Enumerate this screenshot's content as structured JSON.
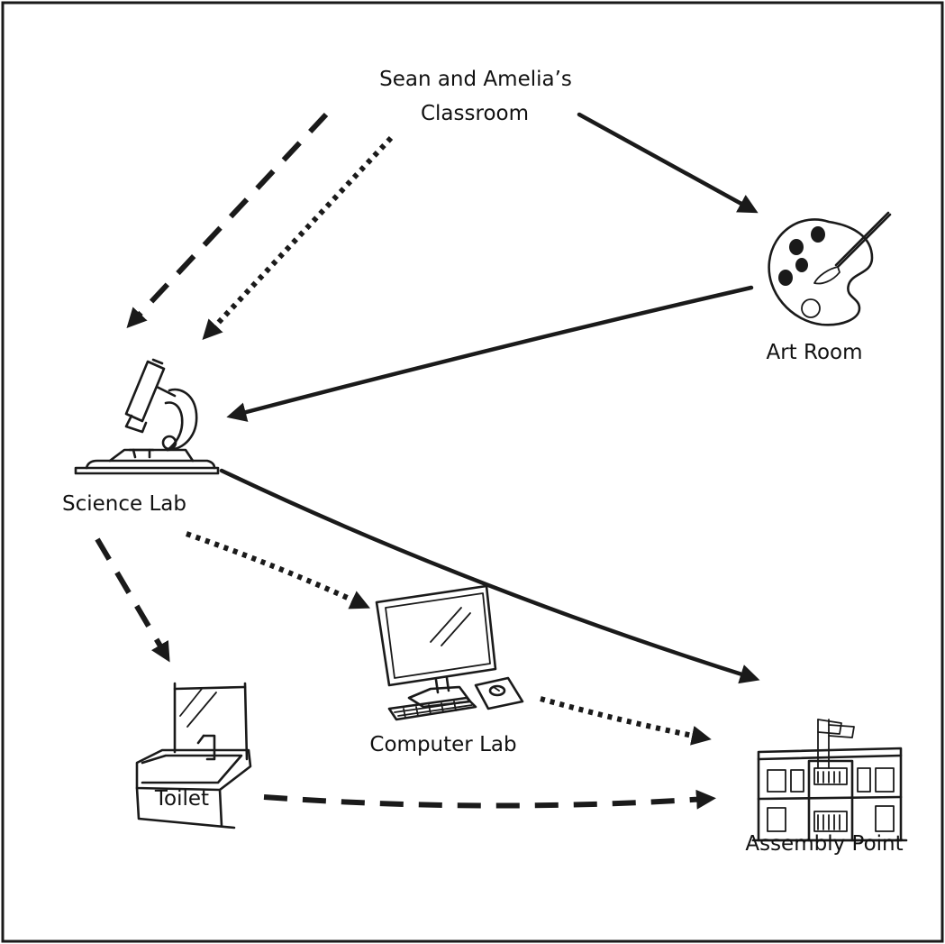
{
  "nodes": {
    "classroom": {
      "line1": "Sean and Amelia’s",
      "line2": "Classroom"
    },
    "art_room": {
      "label": "Art Room"
    },
    "science_lab": {
      "label": "Science Lab"
    },
    "computer_lab": {
      "label": "Computer Lab"
    },
    "toilet": {
      "label": "Toilet"
    },
    "assembly_point": {
      "label": "Assembly Point"
    }
  },
  "edges": [
    {
      "from": "classroom",
      "to": "art_room",
      "style": "solid"
    },
    {
      "from": "art_room",
      "to": "science_lab",
      "style": "solid"
    },
    {
      "from": "science_lab",
      "to": "assembly_point",
      "style": "solid"
    },
    {
      "from": "classroom",
      "to": "science_lab",
      "style": "dashed"
    },
    {
      "from": "science_lab",
      "to": "toilet",
      "style": "dashed"
    },
    {
      "from": "toilet",
      "to": "assembly_point",
      "style": "dashed"
    },
    {
      "from": "classroom",
      "to": "science_lab",
      "style": "dotted"
    },
    {
      "from": "science_lab",
      "to": "computer_lab",
      "style": "dotted"
    },
    {
      "from": "computer_lab",
      "to": "assembly_point",
      "style": "dotted"
    }
  ],
  "colors": {
    "ink": "#1a1a1a",
    "background": "#ffffff"
  },
  "icons": {
    "art_room": "palette-icon",
    "science_lab": "microscope-icon",
    "computer_lab": "computer-icon",
    "toilet": "sink-icon",
    "assembly_point": "school-building-icon"
  }
}
